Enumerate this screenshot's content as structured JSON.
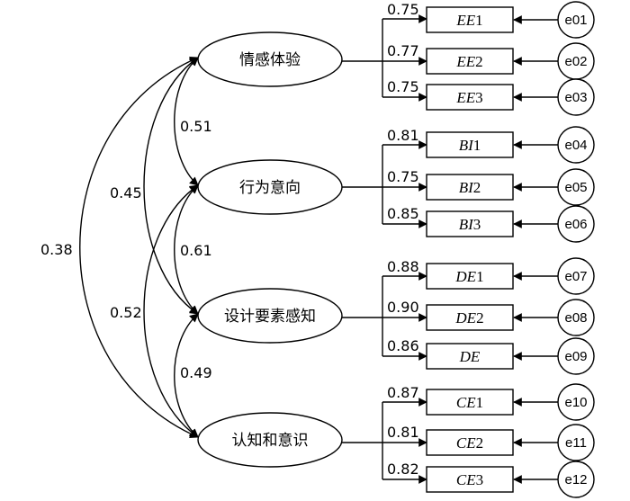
{
  "latents": [
    {
      "label": "情感体验"
    },
    {
      "label": "行为意向"
    },
    {
      "label": "设计要素感知"
    },
    {
      "label": "认知和意识"
    }
  ],
  "indicators": [
    {
      "prefix": "EE",
      "suffix": "1",
      "loading": "0.75",
      "error": "e01"
    },
    {
      "prefix": "EE",
      "suffix": "2",
      "loading": "0.77",
      "error": "e02"
    },
    {
      "prefix": "EE",
      "suffix": "3",
      "loading": "0.75",
      "error": "e03"
    },
    {
      "prefix": "BI",
      "suffix": "1",
      "loading": "0.81",
      "error": "e04"
    },
    {
      "prefix": "BI",
      "suffix": "2",
      "loading": "0.75",
      "error": "e05"
    },
    {
      "prefix": "BI",
      "suffix": "3",
      "loading": "0.85",
      "error": "e06"
    },
    {
      "prefix": "DE",
      "suffix": "1",
      "loading": "0.88",
      "error": "e07"
    },
    {
      "prefix": "DE",
      "suffix": "2",
      "loading": "0.90",
      "error": "e08"
    },
    {
      "prefix": "DE",
      "suffix": "",
      "loading": "0.86",
      "error": "e09"
    },
    {
      "prefix": "CE",
      "suffix": "1",
      "loading": "0.87",
      "error": "e10"
    },
    {
      "prefix": "CE",
      "suffix": "2",
      "loading": "0.81",
      "error": "e11"
    },
    {
      "prefix": "CE",
      "suffix": "3",
      "loading": "0.82",
      "error": "e12"
    }
  ],
  "correlations": [
    {
      "from": "情感体验",
      "to": "行为意向",
      "value": "0.51"
    },
    {
      "from": "行为意向",
      "to": "设计要素感知",
      "value": "0.61"
    },
    {
      "from": "设计要素感知",
      "to": "认知和意识",
      "value": "0.49"
    },
    {
      "from": "情感体验",
      "to": "设计要素感知",
      "value": "0.45"
    },
    {
      "from": "行为意向",
      "to": "认知和意识",
      "value": "0.52"
    },
    {
      "from": "情感体验",
      "to": "认知和意识",
      "value": "0.38"
    }
  ]
}
